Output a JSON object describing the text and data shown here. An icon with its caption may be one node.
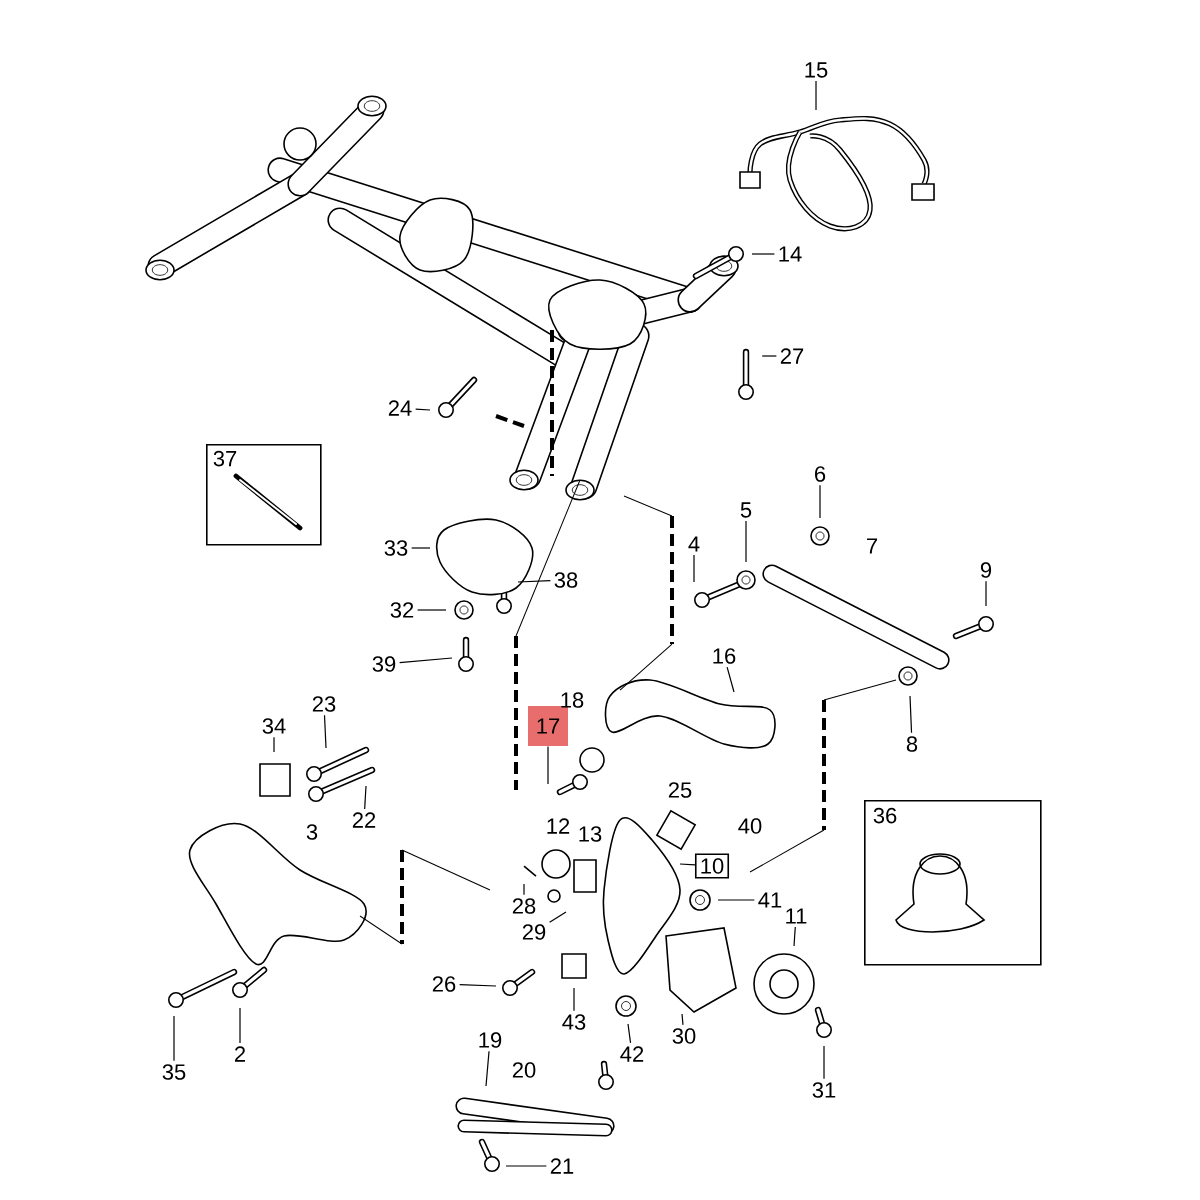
{
  "diagram": {
    "nodes": [
      {
        "text": [
          "15"
        ]
      },
      {
        "text": [
          "14"
        ]
      },
      {
        "text": [
          "27"
        ]
      },
      {
        "text": [
          "24"
        ]
      },
      {
        "text": [
          "37"
        ]
      },
      {
        "text": [
          "6"
        ]
      },
      {
        "text": [
          "5"
        ]
      },
      {
        "text": [
          "4"
        ]
      },
      {
        "text": [
          "9"
        ]
      },
      {
        "text": [
          "33"
        ]
      },
      {
        "text": [
          "38"
        ]
      },
      {
        "text": [
          "32"
        ]
      },
      {
        "text": [
          "39"
        ]
      },
      {
        "text": [
          "16"
        ]
      },
      {
        "text": [
          "17"
        ]
      },
      {
        "text": [
          "34"
        ]
      },
      {
        "text": [
          "23"
        ]
      },
      {
        "text": [
          "22"
        ]
      },
      {
        "text": [
          "8"
        ]
      },
      {
        "text": [
          "36"
        ]
      },
      {
        "text": [
          "10"
        ]
      },
      {
        "text": [
          "28"
        ]
      },
      {
        "text": [
          "41"
        ]
      },
      {
        "text": [
          "11"
        ]
      },
      {
        "text": [
          "29"
        ]
      },
      {
        "text": [
          "26"
        ]
      },
      {
        "text": [
          "43"
        ]
      },
      {
        "text": [
          "42"
        ]
      },
      {
        "text": [
          "30"
        ]
      },
      {
        "text": [
          "35"
        ]
      },
      {
        "text": [
          "2"
        ]
      },
      {
        "text": [
          "19"
        ]
      },
      {
        "text": [
          "31"
        ]
      },
      {
        "text": [
          "21"
        ]
      }
    ],
    "edges": [
      {
        "from": 0,
        "to": null,
        "arrow": "none"
      },
      {
        "from": 1,
        "to": null,
        "arrow": "none"
      },
      {
        "from": 2,
        "to": null,
        "arrow": "none"
      },
      {
        "from": 3,
        "to": null,
        "arrow": "none"
      },
      {
        "from": 5,
        "to": null,
        "arrow": "none"
      },
      {
        "from": 6,
        "to": null,
        "arrow": "none"
      },
      {
        "from": 7,
        "to": null,
        "arrow": "none"
      },
      {
        "from": 8,
        "to": null,
        "arrow": "none"
      },
      {
        "from": 9,
        "to": null,
        "arrow": "none"
      },
      {
        "from": 10,
        "to": null,
        "arrow": "none"
      },
      {
        "from": 11,
        "to": null,
        "arrow": "none"
      },
      {
        "from": 12,
        "to": null,
        "arrow": "none"
      },
      {
        "from": 13,
        "to": null,
        "arrow": "none"
      },
      {
        "from": 14,
        "to": null,
        "arrow": "none"
      },
      {
        "from": 15,
        "to": null,
        "arrow": "none"
      },
      {
        "from": 16,
        "to": null,
        "arrow": "none"
      },
      {
        "from": 17,
        "to": null,
        "arrow": "none"
      },
      {
        "from": 18,
        "to": null,
        "arrow": "none"
      },
      {
        "from": 20,
        "to": null,
        "arrow": "none"
      },
      {
        "from": 21,
        "to": null,
        "arrow": "none"
      },
      {
        "from": 22,
        "to": null,
        "arrow": "none"
      },
      {
        "from": 23,
        "to": null,
        "arrow": "none"
      },
      {
        "from": 24,
        "to": null,
        "arrow": "none"
      },
      {
        "from": 25,
        "to": null,
        "arrow": "none"
      },
      {
        "from": 26,
        "to": null,
        "arrow": "none"
      },
      {
        "from": 27,
        "to": null,
        "arrow": "none"
      },
      {
        "from": 28,
        "to": null,
        "arrow": "none"
      },
      {
        "from": 29,
        "to": null,
        "arrow": "none"
      },
      {
        "from": 30,
        "to": null,
        "arrow": "none"
      },
      {
        "from": 31,
        "to": null,
        "arrow": "none"
      },
      {
        "from": 32,
        "to": null,
        "arrow": "none"
      },
      {
        "from": 33,
        "to": null,
        "arrow": "none"
      }
    ],
    "labels": [
      "7",
      "18",
      "25",
      "12",
      "40",
      "3",
      "13",
      "20"
    ]
  }
}
